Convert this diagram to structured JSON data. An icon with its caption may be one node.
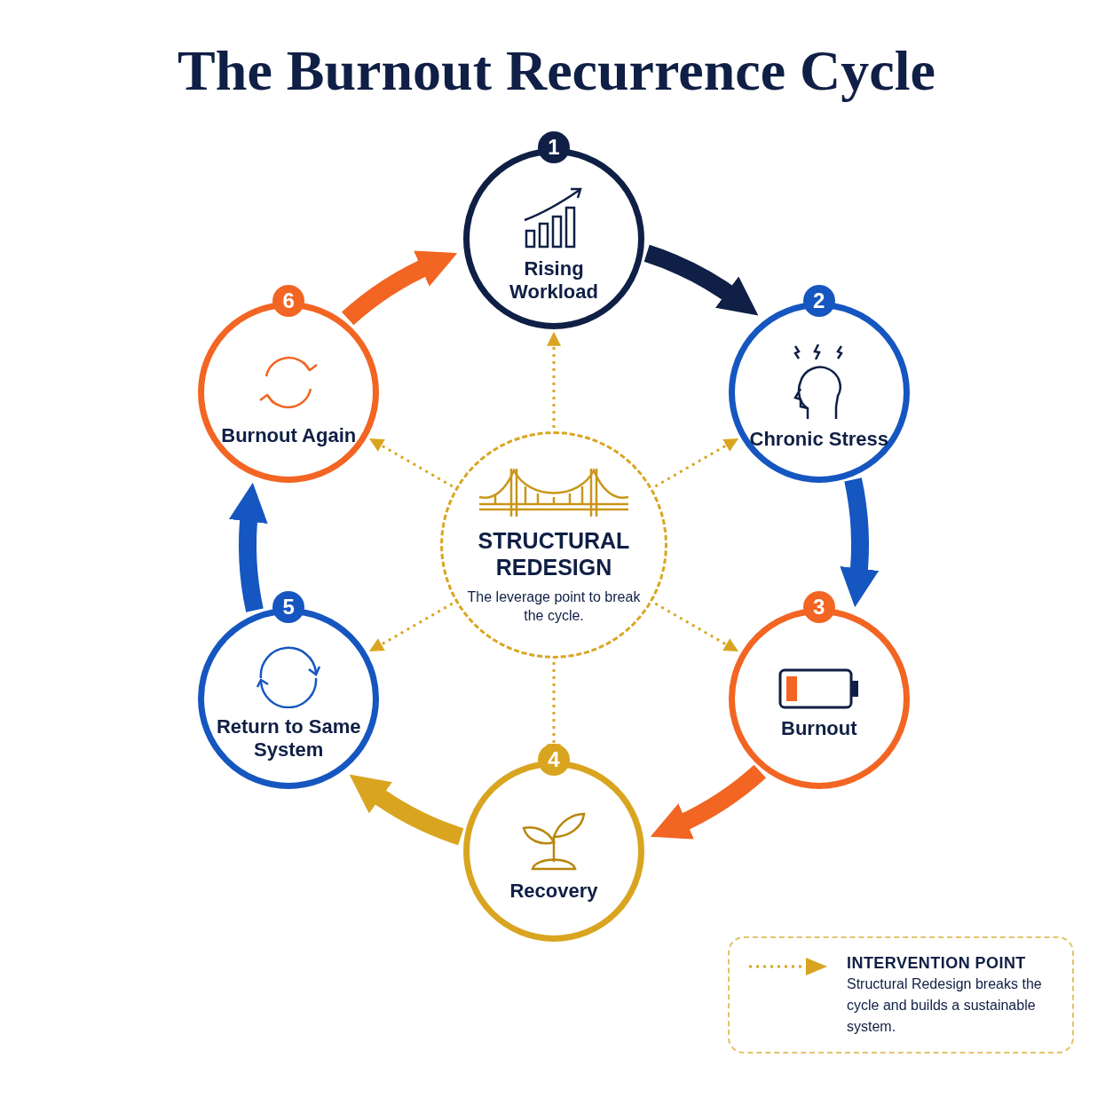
{
  "diagram": {
    "title": "The Burnout Recurrence Cycle",
    "nodes": [
      {
        "text": [
          "1",
          "Rising Workload"
        ]
      },
      {
        "text": [
          "2",
          "Chronic Stress"
        ]
      },
      {
        "text": [
          "3",
          "Burnout"
        ]
      },
      {
        "text": [
          "4",
          "Recovery"
        ]
      },
      {
        "text": [
          "5",
          "Return to Same System"
        ]
      },
      {
        "text": [
          "6",
          "Burnout Again"
        ]
      },
      {
        "text": [
          "STRUCTURAL REDESIGN",
          "The leverage point to break the cycle."
        ]
      }
    ],
    "edges": [
      {
        "from": 0,
        "to": 1,
        "arrow": "to",
        "style": "thick",
        "color": "#0f1f45"
      },
      {
        "from": 1,
        "to": 2,
        "arrow": "to",
        "style": "thick",
        "color": "#1556c0"
      },
      {
        "from": 2,
        "to": 3,
        "arrow": "to",
        "style": "thick",
        "color": "#f26522"
      },
      {
        "from": 3,
        "to": 4,
        "arrow": "to",
        "style": "thick",
        "color": "#d9a520"
      },
      {
        "from": 4,
        "to": 5,
        "arrow": "to",
        "style": "thick",
        "color": "#1556c0"
      },
      {
        "from": 5,
        "to": 0,
        "arrow": "to",
        "style": "thick",
        "color": "#f26522"
      },
      {
        "from": 6,
        "to": 0,
        "arrow": "to",
        "style": "dashed",
        "color": "#d9a520"
      },
      {
        "from": 6,
        "to": 1,
        "arrow": "to",
        "style": "dashed",
        "color": "#d9a520"
      },
      {
        "from": 6,
        "to": 2,
        "arrow": "to",
        "style": "dashed",
        "color": "#d9a520"
      },
      {
        "from": 6,
        "to": 3,
        "arrow": "to",
        "style": "dashed",
        "color": "#d9a520"
      },
      {
        "from": 6,
        "to": 4,
        "arrow": "to",
        "style": "dashed",
        "color": "#d9a520"
      },
      {
        "from": 6,
        "to": 5,
        "arrow": "to",
        "style": "dashed",
        "color": "#d9a520"
      }
    ],
    "labels": [
      "Structural Redesign breaks the cycle and builds a sustainable system."
    ],
    "legend": [
      {
        "text": "INTERVENTION POINT"
      }
    ]
  }
}
